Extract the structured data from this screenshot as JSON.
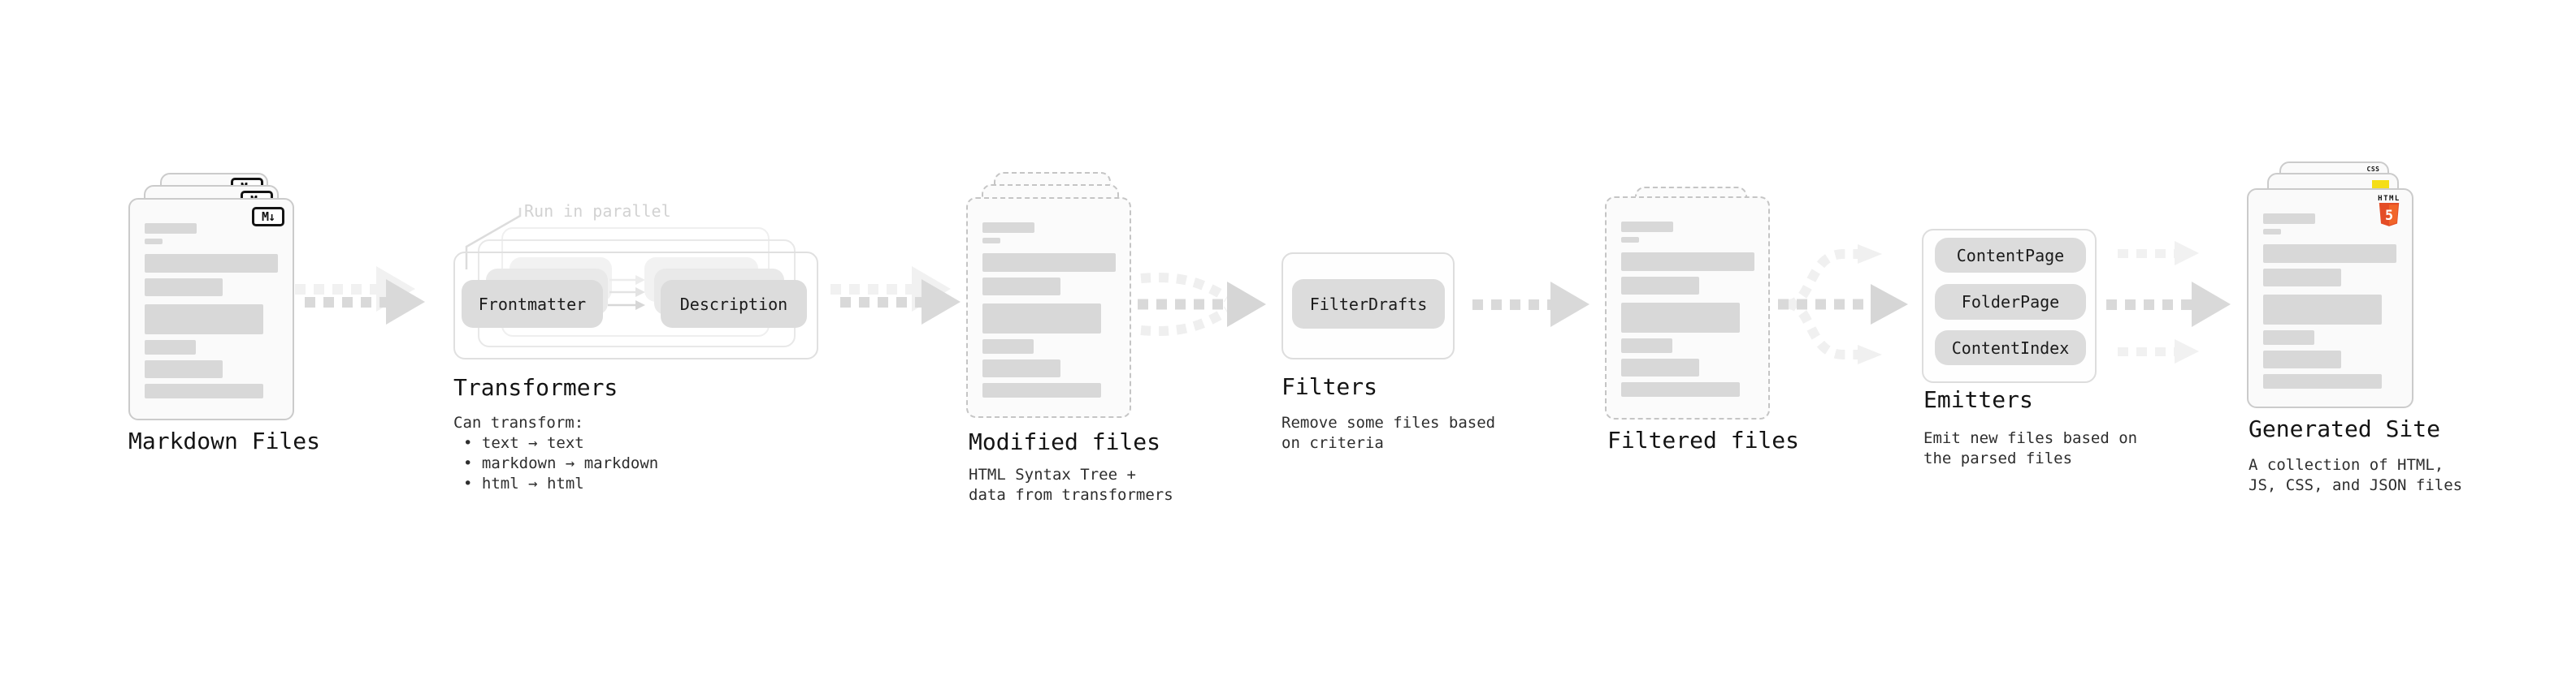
{
  "stages": {
    "markdown_files": {
      "title": "Markdown Files",
      "badge": "M↓"
    },
    "transformers": {
      "title": "Transformers",
      "annotation": "Run in parallel",
      "input_box": "Frontmatter",
      "output_box": "Description",
      "description_heading": "Can transform:",
      "bullets": [
        "• text → text",
        "• markdown → markdown",
        "• html → html"
      ]
    },
    "modified_files": {
      "title": "Modified files",
      "description_line1": "HTML Syntax Tree +",
      "description_line2": "data from transformers"
    },
    "filters": {
      "title": "Filters",
      "box": "FilterDrafts",
      "description_line1": "Remove some files based",
      "description_line2": "on criteria"
    },
    "filtered_files": {
      "title": "Filtered files"
    },
    "emitters": {
      "title": "Emitters",
      "items": [
        "ContentPage",
        "FolderPage",
        "ContentIndex"
      ],
      "description_line1": "Emit new files based on",
      "description_line2": "the parsed files"
    },
    "generated_site": {
      "title": "Generated Site",
      "description_line1": "A collection of HTML,",
      "description_line2": "JS, CSS, and JSON files",
      "badges": {
        "html_label": "HTML",
        "html_number": "5",
        "css": "CSS"
      }
    }
  },
  "colors": {
    "html5_orange": "#e44d26",
    "html5_orange_light": "#f16529",
    "js_yellow": "#f5de19",
    "css_blue": "#1b73e8",
    "arrow_gray": "#d9d9d9",
    "arrow_faint": "#f1f1f1",
    "bar_gray": "#d8d8d8",
    "pill_gray": "#dcdcdc"
  }
}
